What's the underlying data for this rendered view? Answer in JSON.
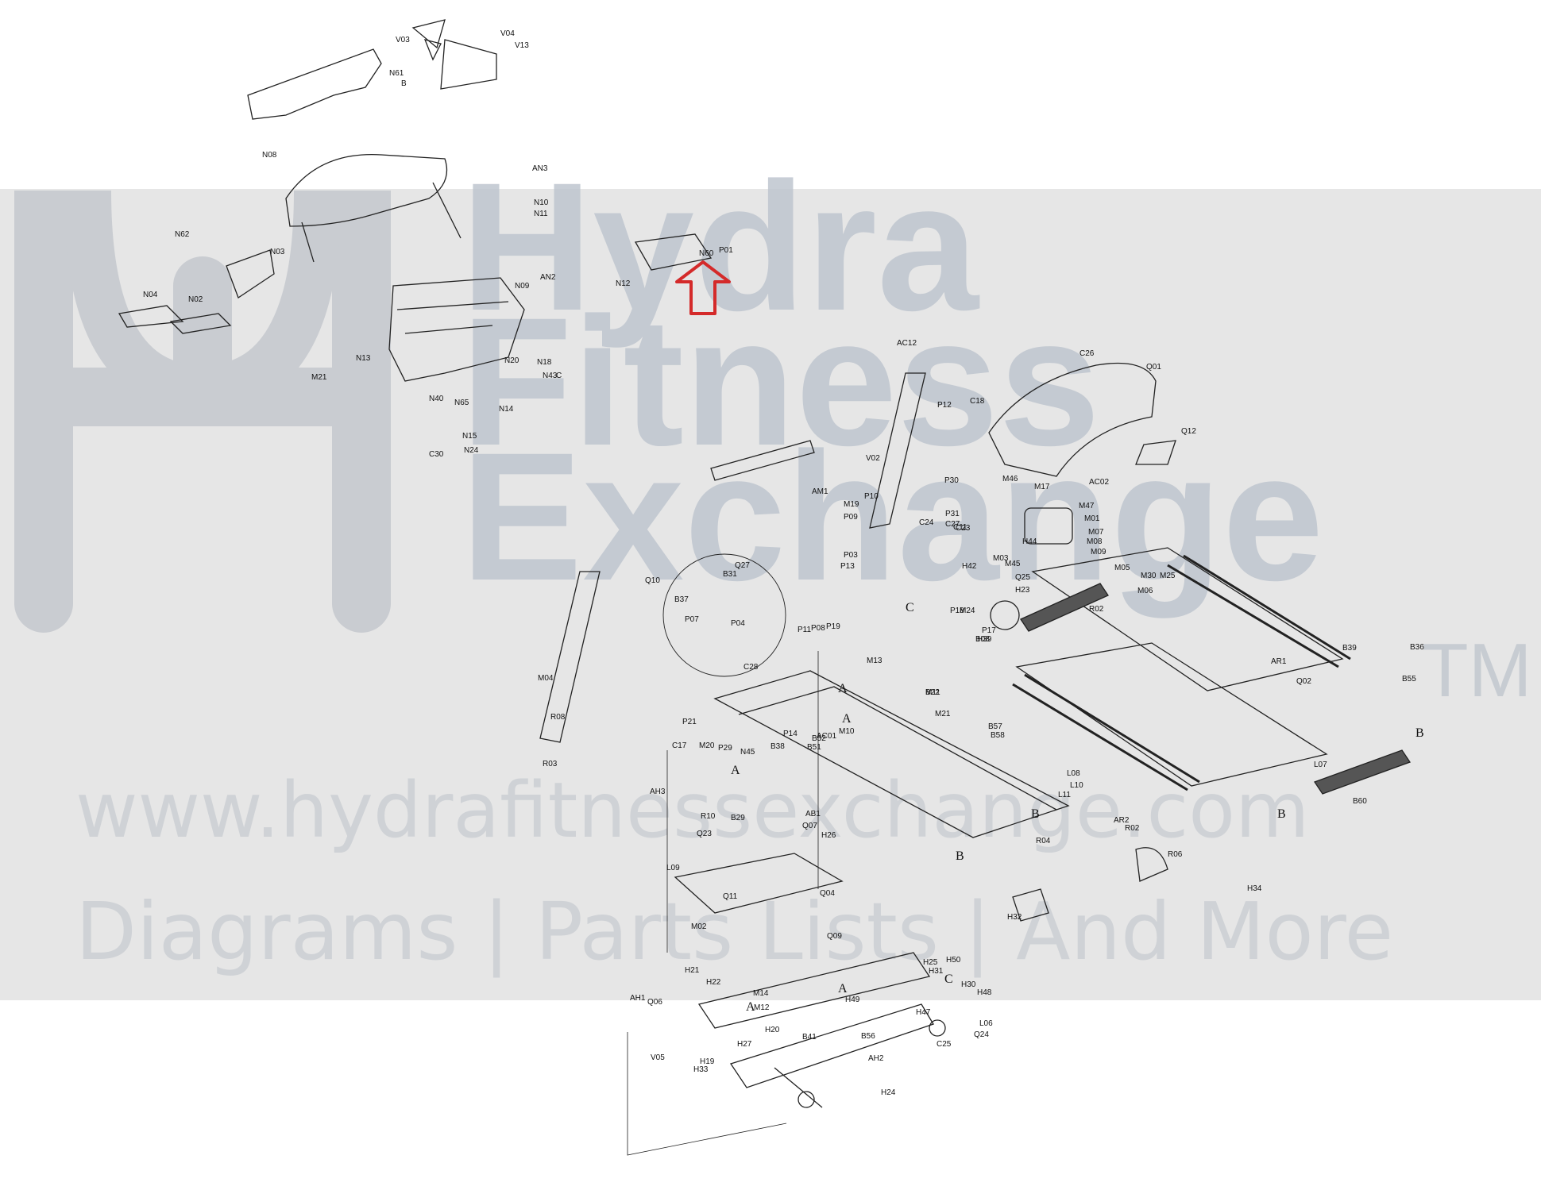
{
  "watermark": {
    "brand_lines": [
      "Hydra",
      "Fitness",
      "Exchange"
    ],
    "trademark": "TM",
    "url": "www.hydrafitnessexchange.com",
    "tagline": "Diagrams | Parts Lists | And More"
  },
  "highlight": {
    "icon": "red-outline-up-arrow",
    "color": "#d42a2a",
    "points_to_part": "N60"
  },
  "section_letters": [
    "A",
    "B",
    "C"
  ],
  "parts": [
    "V03",
    "V04",
    "V13",
    "N61",
    "B",
    "N08",
    "AN3",
    "N62",
    "N03",
    "N04",
    "N02",
    "N10",
    "N11",
    "P01",
    "N60",
    "N12",
    "N09",
    "N13",
    "N20",
    "N18",
    "C",
    "M21",
    "N40",
    "N65",
    "N14",
    "N24",
    "N15",
    "AN2",
    "C30",
    "N43",
    "AC12",
    "P12",
    "C18",
    "C26",
    "Q01",
    "Q12",
    "V02",
    "AC02",
    "M17",
    "M46",
    "M47",
    "M01",
    "M07",
    "M08",
    "M09",
    "AM1",
    "M19",
    "P09",
    "P10",
    "P30",
    "P31",
    "C27",
    "C23",
    "C24",
    "C11",
    "Q23",
    "H44",
    "M03",
    "M45",
    "H42",
    "Q25",
    "H23",
    "M05",
    "M30",
    "M25",
    "M06",
    "R02",
    "B39",
    "B36",
    "B55",
    "AR1",
    "Q02",
    "Q10",
    "Q27",
    "B31",
    "B37",
    "P07",
    "P04",
    "P03",
    "P13",
    "P11",
    "P08",
    "P19",
    "P18",
    "M24",
    "B08",
    "P17",
    "H39",
    "M04",
    "R08",
    "R03",
    "R10",
    "AC01",
    "C28",
    "C17",
    "P21",
    "M20",
    "N45",
    "P29",
    "P14",
    "B52",
    "B51",
    "B38",
    "M10",
    "M13",
    "M11",
    "M21",
    "B22",
    "B57",
    "B58",
    "L11",
    "L10",
    "L08",
    "L07",
    "B60",
    "AR2",
    "R02",
    "R06",
    "R04",
    "Q07",
    "AB1",
    "B29",
    "H26",
    "L09",
    "M02",
    "Q11",
    "Q04",
    "Q09",
    "H32",
    "H34",
    "Q06",
    "V05",
    "H33",
    "H19",
    "H21",
    "H22",
    "M14",
    "M12",
    "AH1",
    "H27",
    "H20",
    "B41",
    "B56",
    "AH2",
    "H49",
    "H24",
    "H25",
    "H31",
    "H50",
    "H30",
    "H48",
    "H47",
    "L06",
    "Q24",
    "C25",
    "AH3"
  ]
}
